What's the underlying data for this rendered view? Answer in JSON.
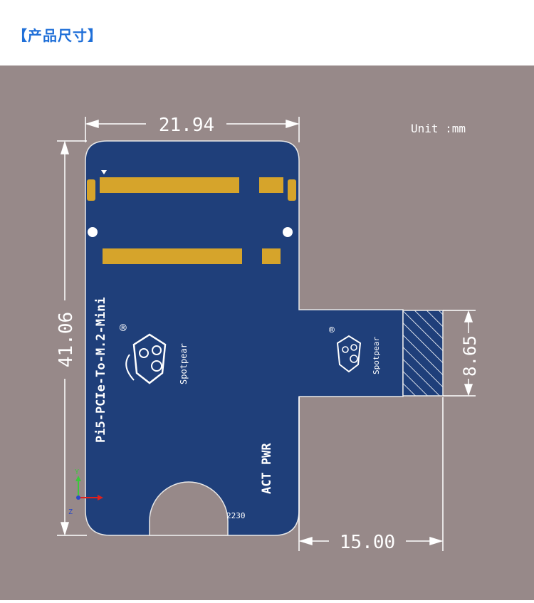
{
  "header": {
    "title": "【产品尺寸】"
  },
  "unit_label": "Unit :mm",
  "dimensions": {
    "width": "21.94",
    "height": "41.06",
    "tab_height": "8.65",
    "tab_length": "15.00"
  },
  "board": {
    "name": "Pi5-PCIe-To-M.2-Mini",
    "brand": "Spotpear",
    "registered_mark": "®",
    "led_labels": "ACT PWR",
    "size_code": "2230"
  },
  "axes": {
    "y": "Y",
    "z": "Z"
  },
  "colors": {
    "background": "#978989",
    "board": "#1f3f7a",
    "pads": "#d6a42b",
    "header_text": "#1f6fd8"
  }
}
